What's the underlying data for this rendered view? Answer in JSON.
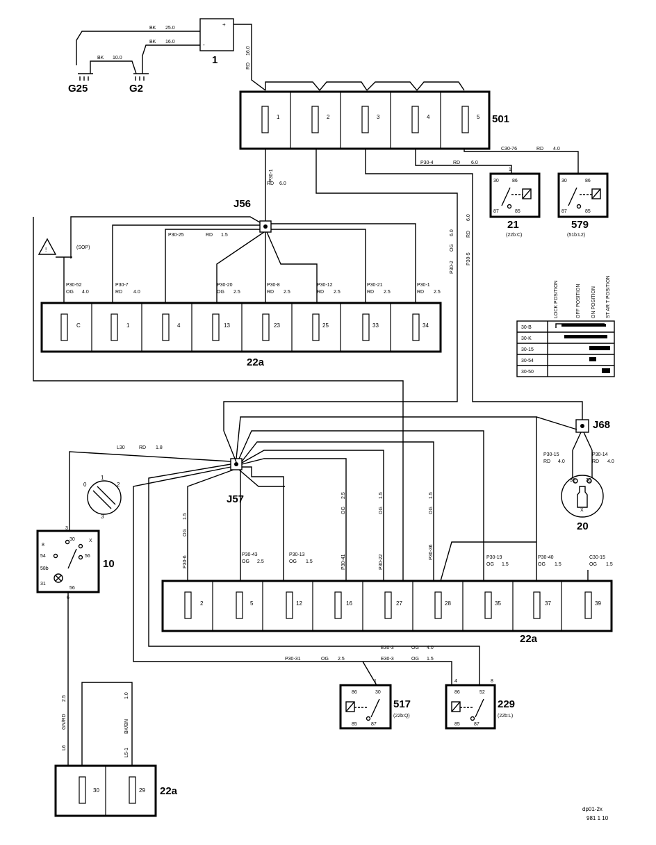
{
  "battery": {
    "label": "1",
    "plus": "+",
    "minus": "-"
  },
  "grounds": {
    "g25": "G25",
    "g2": "G2"
  },
  "ground_wires": {
    "w1_color": "BK",
    "w1_size": "25.0",
    "w2_color": "BK",
    "w2_size": "16.0",
    "w3_color": "BK",
    "w3_size": "10.0"
  },
  "main_feed": {
    "size": "16.0",
    "color": "RD"
  },
  "fusebox501": {
    "label": "501",
    "fuses": [
      "1",
      "2",
      "3",
      "4",
      "5"
    ]
  },
  "relays": {
    "r21": {
      "label": "21",
      "sub": "(22b:C)",
      "pins": [
        "1",
        "30",
        "86",
        "87",
        "85"
      ]
    },
    "r579": {
      "label": "579",
      "sub": "(51b:L2)",
      "pins": [
        "30",
        "86",
        "87",
        "85"
      ]
    },
    "r517": {
      "label": "517",
      "sub": "(22b:Q)",
      "pins": [
        "1",
        "86",
        "30",
        "85",
        "87"
      ]
    },
    "r229": {
      "label": "229",
      "sub": "(22b:L)",
      "pins": [
        "4",
        "8",
        "86",
        "52",
        "85",
        "87"
      ]
    }
  },
  "wire_labels": {
    "p50_4": "P30-4",
    "p50_4_rd": "RD",
    "p50_4_sz": "6.0",
    "c30_76": "C30-76",
    "c30_76_rd": "RD",
    "c30_76_sz": "4.0",
    "p30_1": "P30-1",
    "p30_1_rd": "RD",
    "p30_1_sz": "6.0",
    "p30_25": "P30-25",
    "p30_25_rd": "RD",
    "p30_25_sz": "1.5",
    "p30_2": "P30-2",
    "p30_2_og": "OG",
    "p30_2_sz": "6.0",
    "p30_5": "P30-5",
    "p30_5_rd": "RD",
    "p30_5_sz": "6.0",
    "l30": "L30",
    "l30_rd": "RD",
    "l30_sz": "1.8",
    "p30_15": "P30-15",
    "p30_15_rd": "RD",
    "p30_15_sz": "4.0",
    "p30_14": "P30-14",
    "p30_14_rd": "RD",
    "p30_14_sz": "4.0",
    "e30_3a": "E30-3",
    "e30_3a_og": "OG",
    "e30_3a_sz": "4.0",
    "p30_31": "P30-31",
    "p30_31_og": "OG",
    "p30_31_sz": "2.5",
    "e30_3b": "E30-3",
    "e30_3b_og": "OG",
    "e30_3b_sz": "1.5",
    "gnrd": "GN/RD",
    "gnrd_sz": "2.5",
    "gnrd_id": "L6",
    "bkbn": "BK/BN",
    "bkbn_sz": "1.0",
    "bkbn_id": "L5-1"
  },
  "splices": {
    "j56": "J56",
    "j57": "J57",
    "j68": "J68"
  },
  "warning": {
    "symbol": "!",
    "text": "(SOP)"
  },
  "fb22a_top": {
    "label": "22a",
    "fuses": [
      "C",
      "1",
      "4",
      "13",
      "23",
      "25",
      "33",
      "34"
    ],
    "wires": [
      {
        "id": "P30-52",
        "color": "OG",
        "size": "4.0"
      },
      {
        "id": "P30-7",
        "color": "RD",
        "size": "4.0"
      },
      {
        "id": "",
        "color": "",
        "size": ""
      },
      {
        "id": "P30-20",
        "color": "OG",
        "size": "2.5"
      },
      {
        "id": "P30-8",
        "color": "RD",
        "size": "2.5"
      },
      {
        "id": "P30-12",
        "color": "RD",
        "size": "2.5"
      },
      {
        "id": "P30-21",
        "color": "RD",
        "size": "2.5"
      },
      {
        "id": "P30-1",
        "color": "RD",
        "size": "2.5"
      }
    ]
  },
  "ign_table": {
    "headers": [
      "LOCK POSITION",
      "OFF POSITION",
      "ON POSITION",
      "ST AR T POSITION"
    ],
    "rows": [
      "30-B",
      "30-K",
      "30-15",
      "30-54",
      "30-50"
    ]
  },
  "ign_switch": {
    "label": "20",
    "pin_a": "30",
    "pin_b": "30",
    "pin_x": "X"
  },
  "key_dial": {
    "positions": [
      "0",
      "1",
      "2",
      "3"
    ]
  },
  "light_switch": {
    "label": "10",
    "pins": [
      "3",
      "30",
      "X",
      "8",
      "54",
      "56",
      "58b",
      "31",
      "56",
      "6"
    ]
  },
  "fb22a_bottom": {
    "label": "22a",
    "fuses": [
      "2",
      "5",
      "12",
      "16",
      "27",
      "28",
      "35",
      "37",
      "39"
    ],
    "wires": [
      {
        "id": "P30-6",
        "color": "OG",
        "size": "1.5"
      },
      {
        "id": "P30-43",
        "color": "OG",
        "size": "2.5"
      },
      {
        "id": "P30-13",
        "color": "OG",
        "size": "1.5"
      },
      {
        "id": "P30-41",
        "color": "OG",
        "size": "2.5"
      },
      {
        "id": "P30-22",
        "color": "OG",
        "size": "1.5"
      },
      {
        "id": "P30-36",
        "color": "OG",
        "size": "1.5"
      },
      {
        "id": "P30-19",
        "color": "OG",
        "size": "1.5"
      },
      {
        "id": "P30-40",
        "color": "OG",
        "size": "1.5"
      },
      {
        "id": "C30-15",
        "color": "OG",
        "size": "1.5"
      }
    ]
  },
  "fb22a_small": {
    "label": "22a",
    "fuses": [
      "30",
      "29"
    ]
  },
  "footer": {
    "line1": "dp01-2x",
    "line2": "981 1 10"
  }
}
